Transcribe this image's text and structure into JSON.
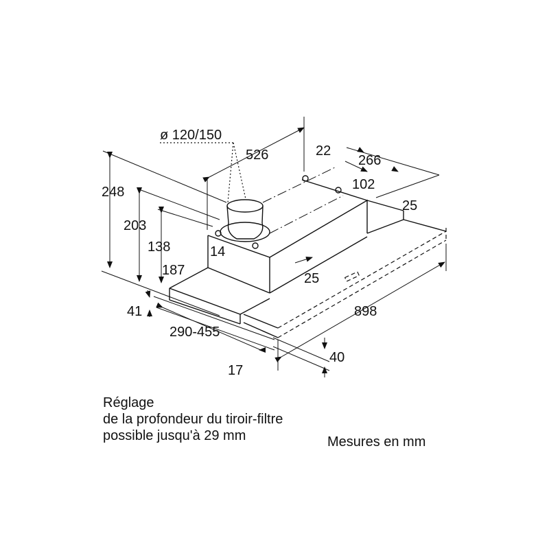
{
  "dimensions": {
    "duct_diameter": "ø 120/150",
    "d526": "526",
    "d22": "22",
    "d266": "266",
    "d102": "102",
    "d25_right": "25",
    "d248": "248",
    "d203": "203",
    "d138": "138",
    "d14": "14",
    "d187": "187",
    "d25_front": "25",
    "d41": "41",
    "d290_455": "290-455",
    "d898": "898",
    "d40": "40",
    "d17": "17"
  },
  "notes": {
    "line1": "Réglage",
    "line2": "de la profondeur du tiroir-filtre",
    "line3": "possible jusqu'à 29 mm",
    "units": "Mesures en mm"
  }
}
